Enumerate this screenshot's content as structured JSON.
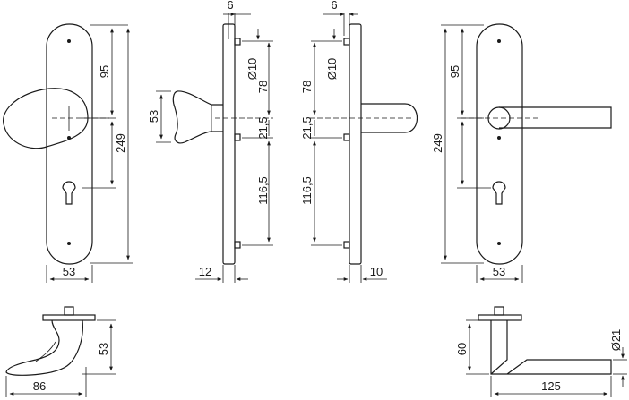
{
  "figure": {
    "dims": {
      "top_offset_right": "6",
      "top_offset_left": "6",
      "hole_left": "Ø10",
      "hole_right": "Ø10",
      "knob_front_spacing": "95",
      "knob_front_height": "249",
      "knob_front_width": "53",
      "knob_side_height": "53",
      "knob_side_78": "78",
      "knob_side_215": "21,5",
      "knob_side_1165": "116,5",
      "knob_side_thickness": "12",
      "lever_side_78": "78",
      "lever_side_215": "21,5",
      "lever_side_1165": "116,5",
      "lever_side_thickness": "10",
      "lever_front_spacing": "95",
      "lever_front_height": "249",
      "lever_front_width": "53",
      "knob_top_height": "53",
      "knob_top_depth": "86",
      "lever_top_height": "60",
      "lever_top_length": "125",
      "lever_top_diameter": "Ø21"
    }
  }
}
